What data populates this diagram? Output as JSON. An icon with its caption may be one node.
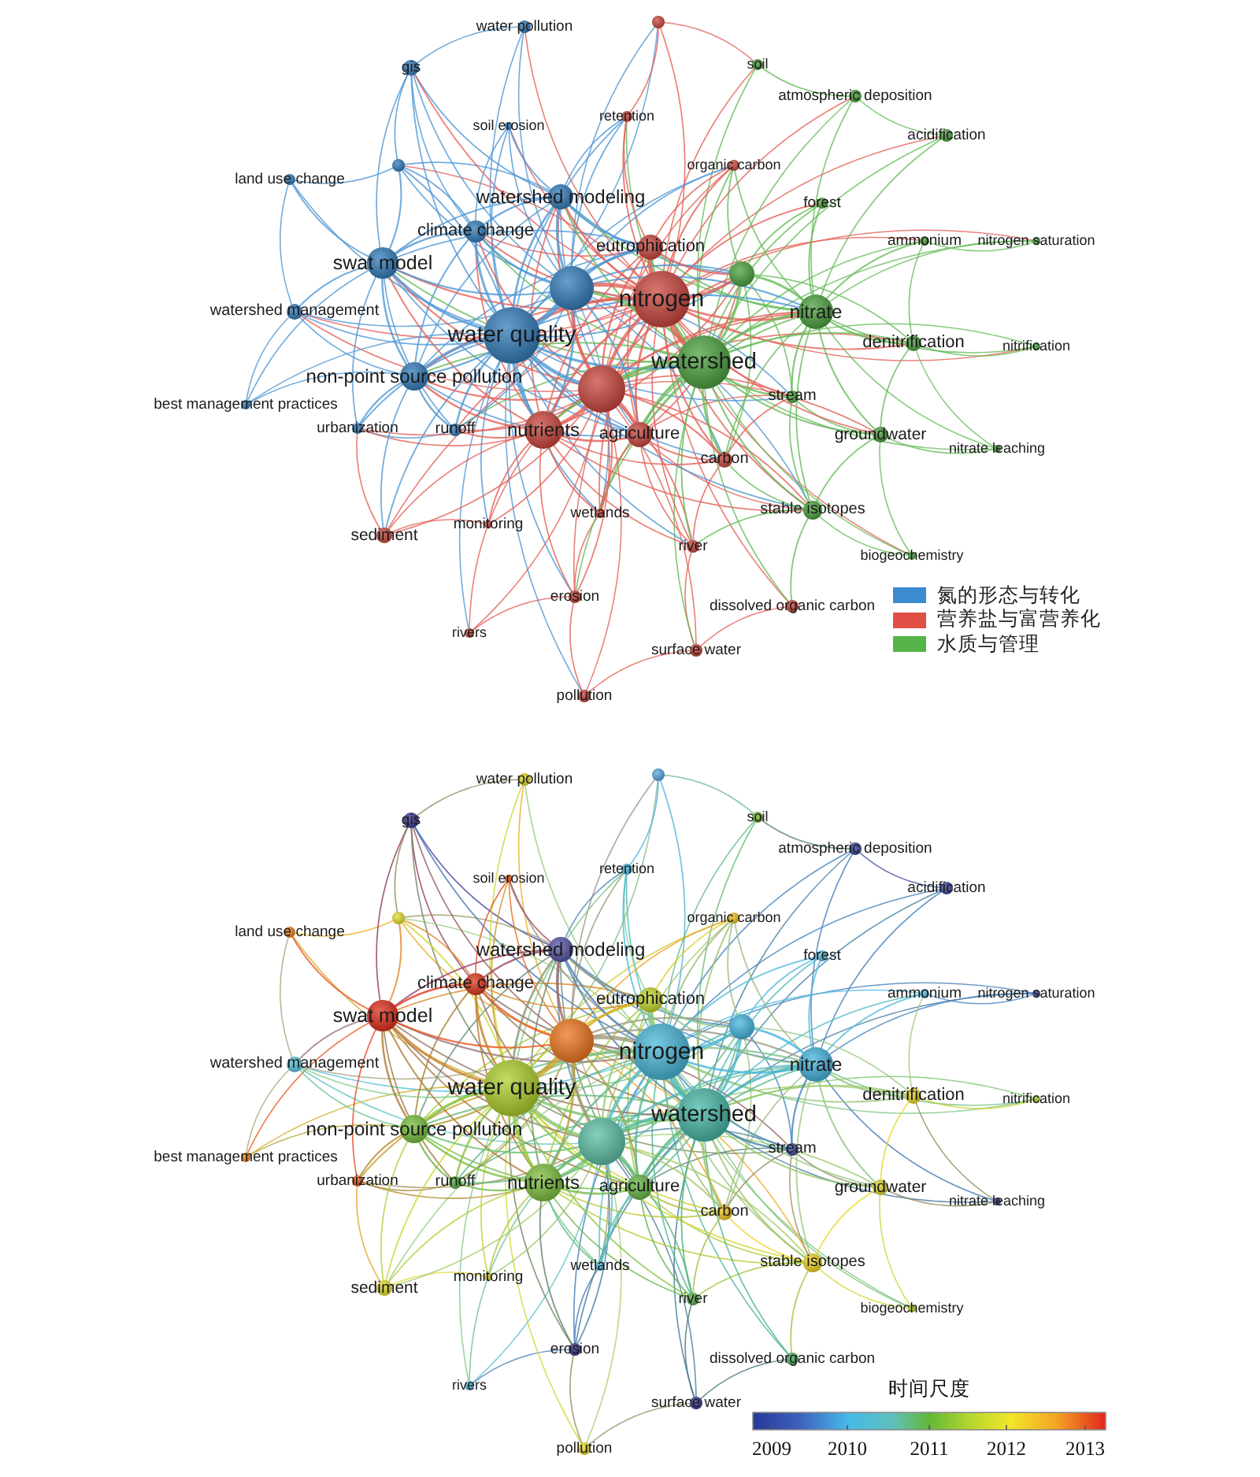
{
  "diagram": {
    "labels": [
      "water pollution",
      "gis",
      "soil",
      "atmospheric deposition",
      "retention",
      "soil erosion",
      "acidification",
      "organic carbon",
      "land use change",
      "watershed modeling",
      "forest",
      "climate change",
      "eutrophication",
      "ammonium",
      "nitrogen saturation",
      "swat model",
      "watershed management",
      "nitrogen",
      "nitrate",
      "water quality",
      "denitrification",
      "nitrification",
      "watershed",
      "non-point source pollution",
      "stream",
      "best management practices",
      "urbanization",
      "runoff",
      "nutrients",
      "agriculture",
      "groundwater",
      "nitrate leaching",
      "carbon",
      "stable isotopes",
      "monitoring",
      "wetlands",
      "sediment",
      "river",
      "biogeochemistry",
      "erosion",
      "dissolved organic carbon",
      "rivers",
      "surface water",
      "pollution",
      "water pollution",
      "gis",
      "soil",
      "atmospheric deposition",
      "retention",
      "soil erosion",
      "acidification",
      "organic carbon",
      "land use change",
      "watershed modeling",
      "forest",
      "climate change",
      "eutrophication",
      "ammonium",
      "nitrogen saturation",
      "swat model",
      "watershed management",
      "nitrogen",
      "nitrate",
      "water quality",
      "denitrification",
      "nitrification",
      "watershed",
      "non-point source pollution",
      "stream",
      "best management practices",
      "urbanization",
      "runoff",
      "nutrients",
      "agriculture",
      "groundwater",
      "nitrate leaching",
      "carbon",
      "stable isotopes",
      "monitoring",
      "wetlands",
      "sediment",
      "river",
      "biogeochemistry",
      "erosion",
      "dissolved organic carbon",
      "rivers",
      "surface water",
      "pollution",
      "时间尺度",
      "2009",
      "2010",
      "2011",
      "2012",
      "2013"
    ],
    "legend": [
      {
        "text": "氮的形态与转化",
        "color": "#3b8bd0"
      },
      {
        "text": "营养盐与富营养化",
        "color": "#e05046"
      },
      {
        "text": "水质与管理",
        "color": "#55b548"
      }
    ]
  }
}
